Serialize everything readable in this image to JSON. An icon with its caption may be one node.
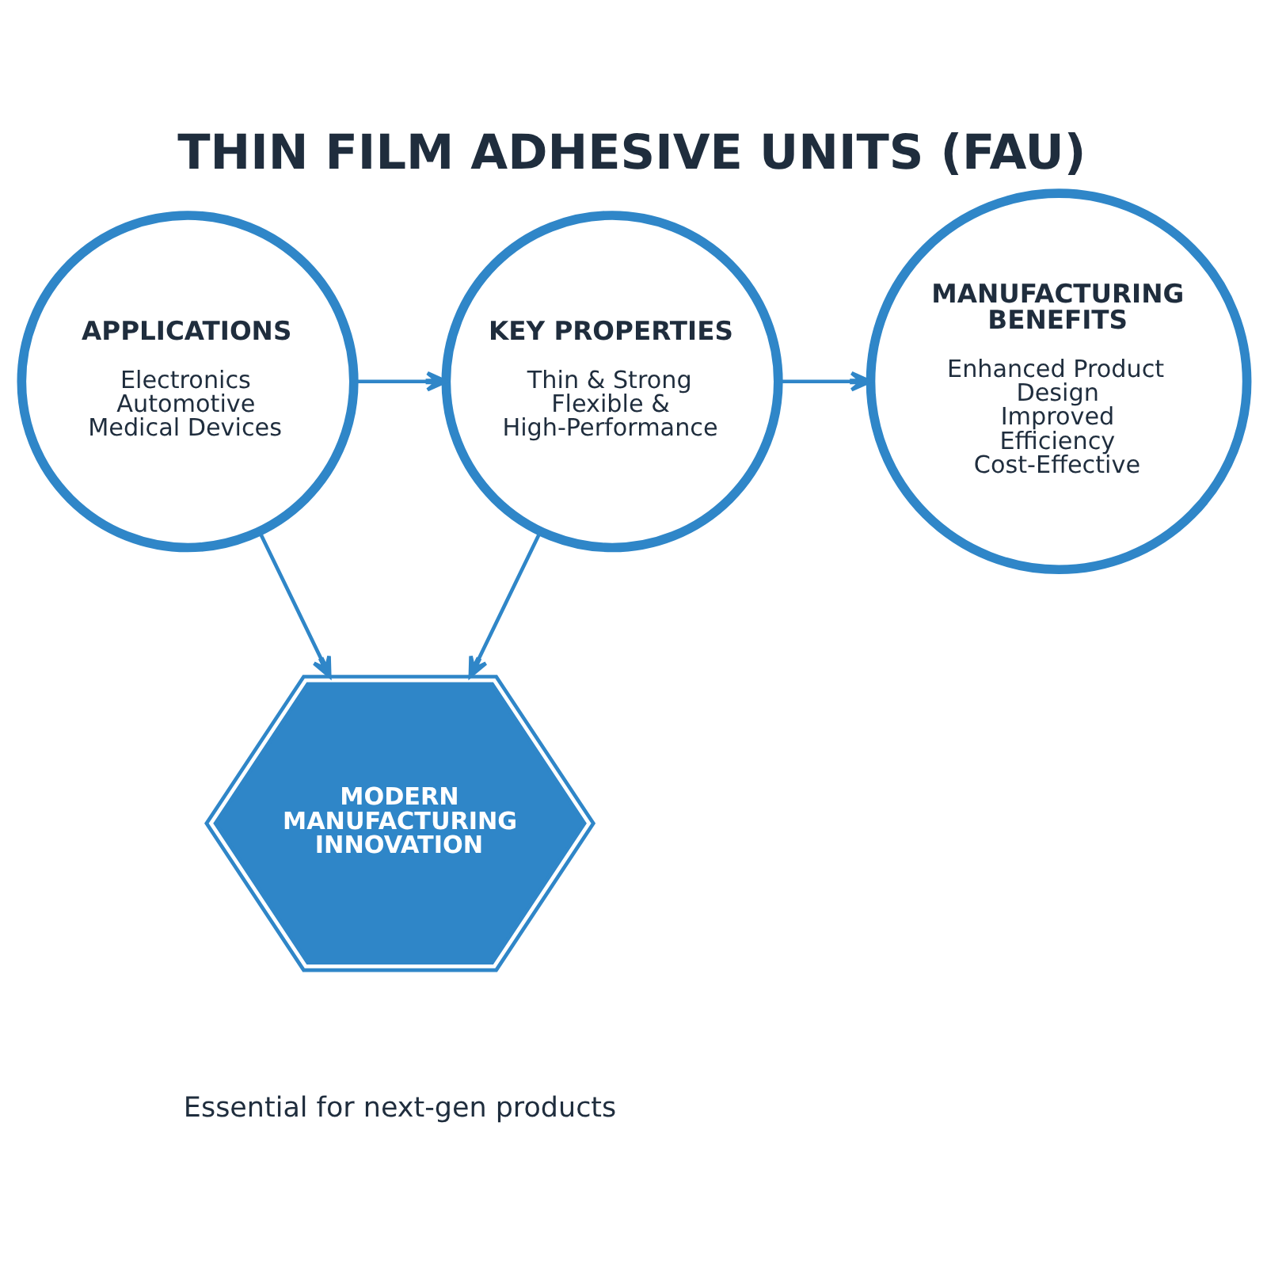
{
  "diagram": {
    "title": "THIN FILM ADHESIVE UNITS (FAU)",
    "caption": "Essential for next-gen products",
    "nodes": [
      {
        "text": [
          "APPLICATIONS",
          "Electronics",
          "Automotive",
          "Medical Devices"
        ]
      },
      {
        "text": [
          "KEY PROPERTIES",
          "Thin & Strong",
          "Flexible & High-Performance"
        ]
      },
      {
        "text": [
          "MANUFACTURING BENEFITS",
          "Enhanced Product Design",
          "Improved Efficiency",
          "Cost-Effective"
        ]
      },
      {
        "text": [
          "MODERN MANUFACTURING INNOVATION"
        ]
      }
    ],
    "edges": [
      {
        "from": 0,
        "to": 1,
        "arrow": "to"
      },
      {
        "from": 0,
        "to": 3,
        "arrow": "to"
      },
      {
        "from": 1,
        "to": 2,
        "arrow": "to"
      },
      {
        "from": 1,
        "to": 3,
        "arrow": "to"
      }
    ]
  }
}
